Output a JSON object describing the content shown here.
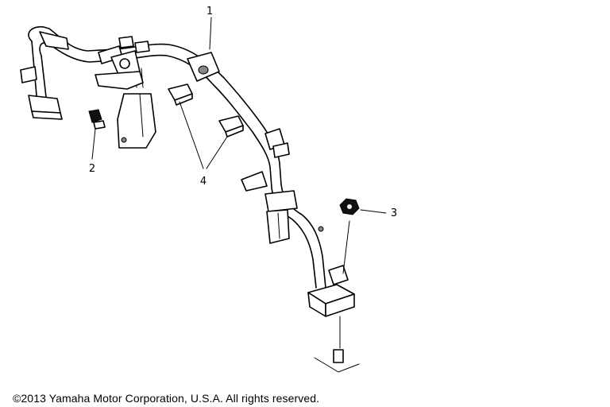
{
  "callouts": {
    "c1": "1",
    "c2": "2",
    "c3": "3",
    "c4": "4"
  },
  "footer": {
    "copyright": "©2013 Yamaha Motor Corporation, U.S.A. All rights reserved."
  }
}
